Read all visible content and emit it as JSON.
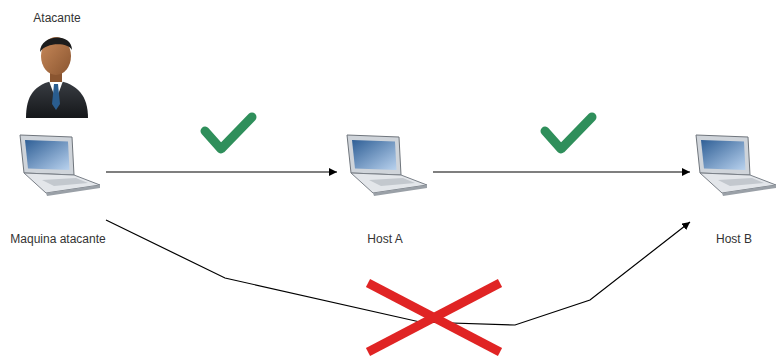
{
  "diagram": {
    "nodes": [
      {
        "text": [
          "Maquina atacante"
        ]
      },
      {
        "text": [
          "Host A"
        ]
      },
      {
        "text": [
          "Host B"
        ]
      }
    ],
    "edges": [
      {
        "from": 0,
        "to": 1,
        "arrow": "to"
      },
      {
        "from": 1,
        "to": 2,
        "arrow": "to"
      },
      {
        "from": 0,
        "to": 2,
        "arrow": "to"
      }
    ],
    "labels": [
      "Atacante"
    ]
  }
}
